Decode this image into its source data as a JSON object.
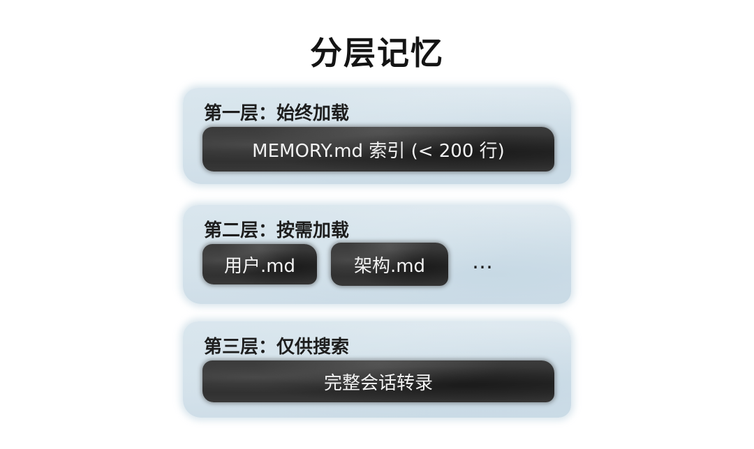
{
  "title": "分层记忆",
  "tiers": [
    {
      "label": "第一层：始终加载",
      "items": [
        "MEMORY.md 索引 (< 200 行)"
      ]
    },
    {
      "label": "第二层：按需加载",
      "items": [
        "用户.md",
        "架构.md"
      ],
      "more": "…"
    },
    {
      "label": "第三层：仅供搜索",
      "items": [
        "完整会话转录"
      ]
    }
  ],
  "colors": {
    "tier_background": "#d3e1ea",
    "ink_block": "#2f2f2f",
    "ink_text": "#f2f2f2",
    "title_text": "#141414"
  }
}
